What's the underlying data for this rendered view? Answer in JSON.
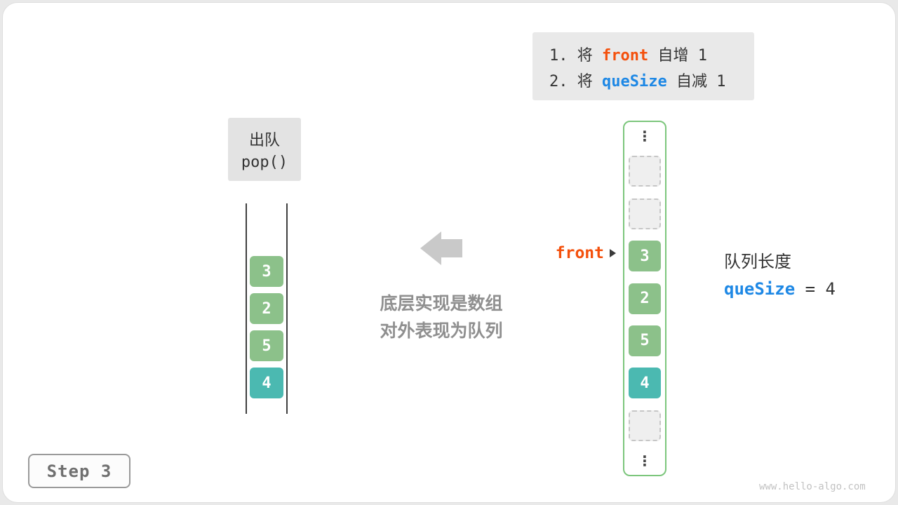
{
  "colors": {
    "cell_green": "#8CC18A",
    "cell_teal": "#4BB9B1",
    "code_orange": "#F4500C",
    "code_blue": "#1E88E5",
    "array_border_green": "#7CC67C"
  },
  "instruction_box": {
    "lines": [
      {
        "prefix": "1. 将 ",
        "code": "front",
        "suffix": " 自增 1"
      },
      {
        "prefix": "2. 将 ",
        "code": "queSize",
        "suffix": " 自减 1"
      }
    ]
  },
  "operation_label": {
    "line1": "出队",
    "line2": "pop()"
  },
  "queue_view": {
    "items": [
      {
        "value": "3",
        "color": "green"
      },
      {
        "value": "2",
        "color": "green"
      },
      {
        "value": "5",
        "color": "green"
      },
      {
        "value": "4",
        "color": "teal"
      }
    ]
  },
  "center_caption": {
    "line1": "底层实现是数组",
    "line2": "对外表现为队列"
  },
  "front_pointer": {
    "label": "front"
  },
  "array_view": {
    "ellipsis": "⋮",
    "cells": [
      {
        "type": "empty",
        "value": ""
      },
      {
        "type": "empty",
        "value": ""
      },
      {
        "type": "value",
        "value": "3",
        "color": "green"
      },
      {
        "type": "value",
        "value": "2",
        "color": "green"
      },
      {
        "type": "value",
        "value": "5",
        "color": "green"
      },
      {
        "type": "value",
        "value": "4",
        "color": "teal"
      },
      {
        "type": "empty",
        "value": ""
      }
    ]
  },
  "size_label": {
    "title": "队列长度",
    "code": "queSize",
    "rest": " = 4"
  },
  "step_badge": {
    "label": "Step 3"
  },
  "watermark": {
    "text": "www.hello-algo.com"
  }
}
